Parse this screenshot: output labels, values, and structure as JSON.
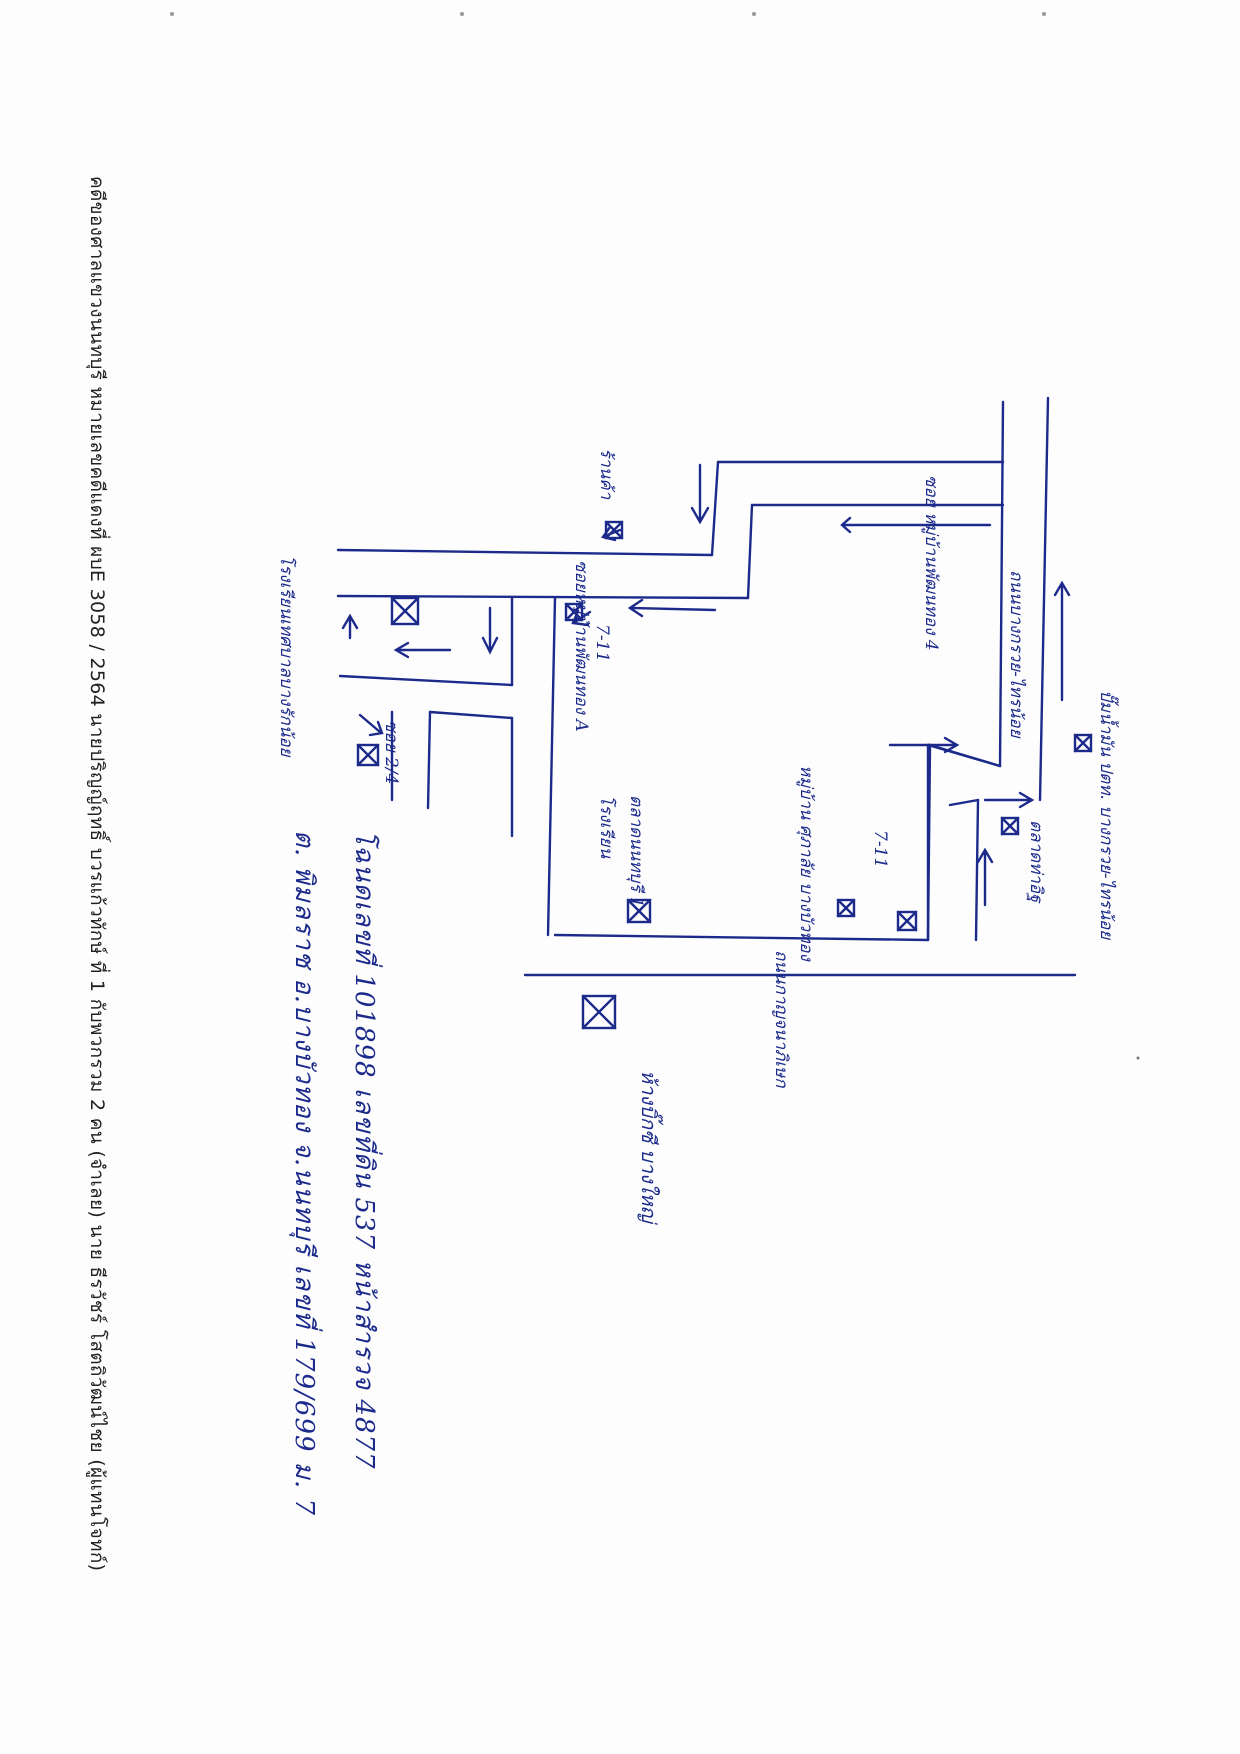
{
  "header": {
    "text": "คดีของศาลแขวงนนทบุรี หมายเลขคดีแดงที่ ผบE 3058 / 2564  นายปริญญ์ฤทธิ์ บวรแก้วทักษ์ ที่ 1 กับพวกรวม 2 คน (จำเลย) นาย ธีรวัชร์ โสตถิวัฒน์ไชย (ผู้แทนโจทก์)"
  },
  "map": {
    "streets": {
      "main_road": "ถนนกาญจนาภิเษก",
      "side_road": "ถนนบางกรวย-ไทรน้อย",
      "soi_upper": "ซอย หมู่บ้านพัฒนทอง 4",
      "soi_lower": "ซอยหมู่บ้านพัฒนทอง A",
      "soi_small": "ซอย 2/4"
    },
    "landmarks": {
      "bank": "ปั๊มน้ำมัน ปตท. บางกรวย-ไทรน้อย",
      "shop_7_11_right": "7-11",
      "shop_7_11_left": "7-11",
      "market": "ตลาดท่าอิฐ",
      "village_left": "หมู่บ้าน ศุภาลัย บางบัวทอง",
      "wat": "โรงเรียน",
      "lotus": "ตลาดนนทบุรี 1",
      "shop_top": "ร้านค้า",
      "school_left": "โรงเรียนเทศบาลบางรักน้อย",
      "home_ref": "ห้างบิ๊กซี บางใหญ่"
    },
    "notes": {
      "line1": "โฉนดเลขที่ 101898 เลขที่ดิน 537 หน้าสำรวจ 4877",
      "line2": "ต. พิมลราช อ.บางบัวทอง จ.นนทบุรี เลขที่ 179/699 ม. 7"
    }
  }
}
